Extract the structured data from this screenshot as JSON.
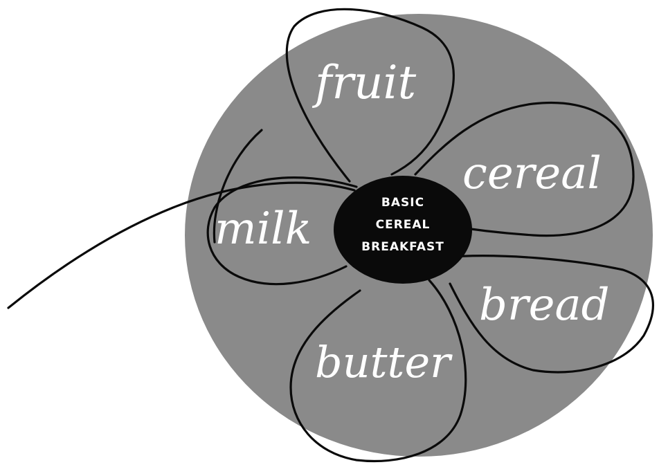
{
  "center": {
    "line1": "BASIC",
    "line2": "CEREAL",
    "line3": "BREAKFAST"
  },
  "petals": {
    "fruit": "fruit",
    "cereal": "cereal",
    "bread": "bread",
    "butter": "butter",
    "milk": "milk"
  },
  "colors": {
    "disc": "#8a8a8a",
    "outline": "#0a0a0a",
    "center": "#0a0a0a",
    "label": "#ffffff",
    "background": "#ffffff"
  }
}
